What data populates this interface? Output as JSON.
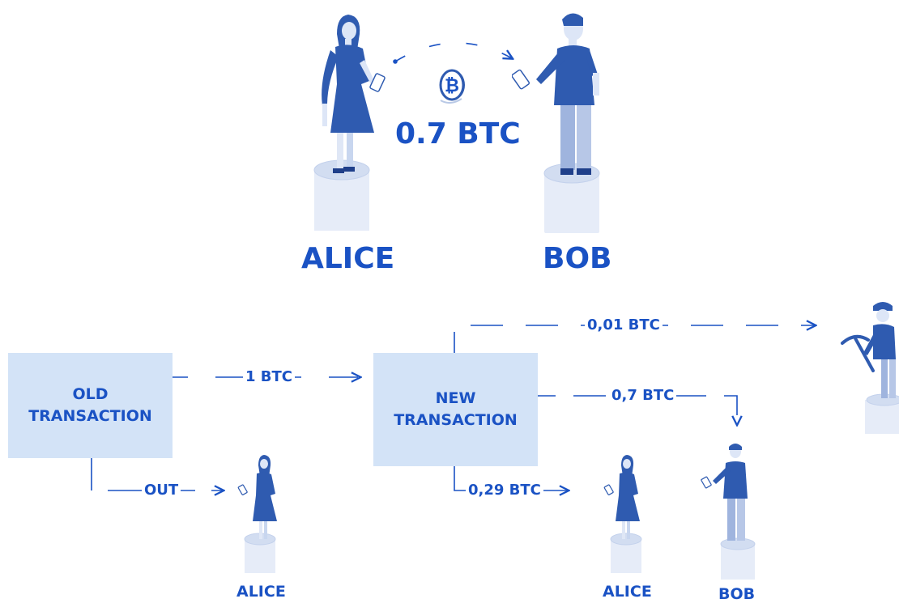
{
  "top": {
    "amount": "0.7 BTC",
    "sender": "ALICE",
    "receiver": "BOB",
    "coin_icon": "bitcoin-icon"
  },
  "boxes": {
    "old_line1": "OLD",
    "old_line2": "TRANSACTION",
    "new_line1": "NEW",
    "new_line2": "TRANSACTION"
  },
  "edges": {
    "old_to_new": "1 BTC",
    "old_out": "OUT",
    "fee": "0,01 BTC",
    "to_bob": "0,7 BTC",
    "change": "0,29 BTC"
  },
  "people": {
    "alice_old": "ALICE",
    "alice_new": "ALICE",
    "bob_new": "BOB"
  },
  "icons": [
    "person-icon",
    "phone-icon",
    "miner-icon",
    "pickaxe-icon",
    "bitcoin-icon"
  ],
  "colors": {
    "accent": "#1a52c4",
    "figure": "#2f5bb0",
    "box_fill": "#d3e3f7",
    "pedestal": "#dbe5f4"
  }
}
